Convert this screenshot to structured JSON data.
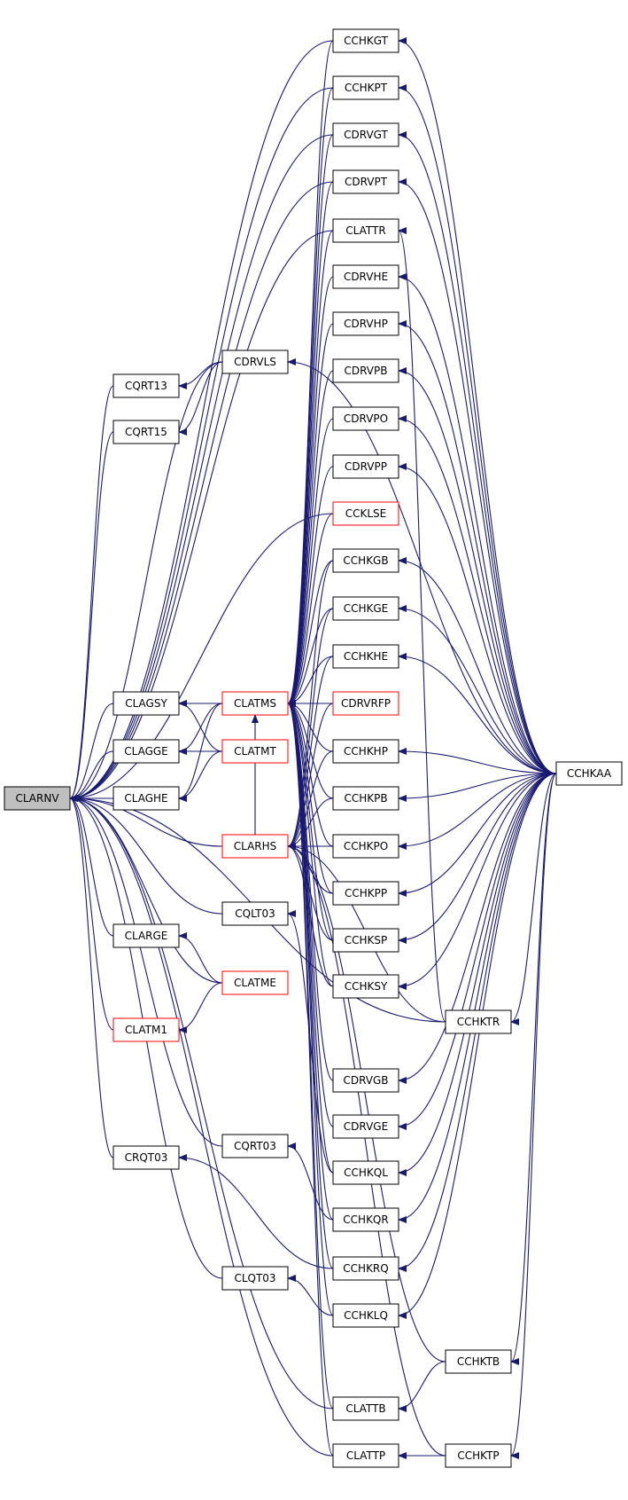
{
  "colors": {
    "edge": "#191970",
    "node_border": "#000000",
    "node_border_red": "#ff0000",
    "root_fill": "#bfbfbf",
    "background": "#ffffff"
  },
  "nodes": [
    {
      "id": "CLARNV",
      "label": "CLARNV",
      "style": "root"
    },
    {
      "id": "CQRT13",
      "label": "CQRT13",
      "style": "normal"
    },
    {
      "id": "CQRT15",
      "label": "CQRT15",
      "style": "normal"
    },
    {
      "id": "CDRVLS",
      "label": "CDRVLS",
      "style": "normal"
    },
    {
      "id": "CLAGSY",
      "label": "CLAGSY",
      "style": "normal"
    },
    {
      "id": "CLAGGE",
      "label": "CLAGGE",
      "style": "normal"
    },
    {
      "id": "CLAGHE",
      "label": "CLAGHE",
      "style": "normal"
    },
    {
      "id": "CLATMS",
      "label": "CLATMS",
      "style": "red"
    },
    {
      "id": "CLATMT",
      "label": "CLATMT",
      "style": "red"
    },
    {
      "id": "CLARHS",
      "label": "CLARHS",
      "style": "red"
    },
    {
      "id": "CQLT03",
      "label": "CQLT03",
      "style": "normal"
    },
    {
      "id": "CLARGE",
      "label": "CLARGE",
      "style": "normal"
    },
    {
      "id": "CLATME",
      "label": "CLATME",
      "style": "red"
    },
    {
      "id": "CLATM1",
      "label": "CLATM1",
      "style": "red"
    },
    {
      "id": "CRQT03",
      "label": "CRQT03",
      "style": "normal"
    },
    {
      "id": "CQRT03",
      "label": "CQRT03",
      "style": "normal"
    },
    {
      "id": "CLQT03",
      "label": "CLQT03",
      "style": "normal"
    },
    {
      "id": "CCHKGT",
      "label": "CCHKGT",
      "style": "normal"
    },
    {
      "id": "CCHKPT",
      "label": "CCHKPT",
      "style": "normal"
    },
    {
      "id": "CDRVGT",
      "label": "CDRVGT",
      "style": "normal"
    },
    {
      "id": "CDRVPT",
      "label": "CDRVPT",
      "style": "normal"
    },
    {
      "id": "CLATTR",
      "label": "CLATTR",
      "style": "normal"
    },
    {
      "id": "CDRVHE",
      "label": "CDRVHE",
      "style": "normal"
    },
    {
      "id": "CDRVHP",
      "label": "CDRVHP",
      "style": "normal"
    },
    {
      "id": "CDRVPB",
      "label": "CDRVPB",
      "style": "normal"
    },
    {
      "id": "CDRVPO",
      "label": "CDRVPO",
      "style": "normal"
    },
    {
      "id": "CDRVPP",
      "label": "CDRVPP",
      "style": "normal"
    },
    {
      "id": "CCKLSE",
      "label": "CCKLSE",
      "style": "red"
    },
    {
      "id": "CCHKGB",
      "label": "CCHKGB",
      "style": "normal"
    },
    {
      "id": "CCHKGE",
      "label": "CCHKGE",
      "style": "normal"
    },
    {
      "id": "CCHKHE",
      "label": "CCHKHE",
      "style": "normal"
    },
    {
      "id": "CDRVRFP",
      "label": "CDRVRFP",
      "style": "red"
    },
    {
      "id": "CCHKHP",
      "label": "CCHKHP",
      "style": "normal"
    },
    {
      "id": "CCHKPB",
      "label": "CCHKPB",
      "style": "normal"
    },
    {
      "id": "CCHKPO",
      "label": "CCHKPO",
      "style": "normal"
    },
    {
      "id": "CCHKPP",
      "label": "CCHKPP",
      "style": "normal"
    },
    {
      "id": "CCHKSP",
      "label": "CCHKSP",
      "style": "normal"
    },
    {
      "id": "CCHKSY",
      "label": "CCHKSY",
      "style": "normal"
    },
    {
      "id": "CCHKTR",
      "label": "CCHKTR",
      "style": "normal"
    },
    {
      "id": "CDRVGB",
      "label": "CDRVGB",
      "style": "normal"
    },
    {
      "id": "CDRVGE",
      "label": "CDRVGE",
      "style": "normal"
    },
    {
      "id": "CCHKQL",
      "label": "CCHKQL",
      "style": "normal"
    },
    {
      "id": "CCHKQR",
      "label": "CCHKQR",
      "style": "normal"
    },
    {
      "id": "CCHKRQ",
      "label": "CCHKRQ",
      "style": "normal"
    },
    {
      "id": "CCHKLQ",
      "label": "CCHKLQ",
      "style": "normal"
    },
    {
      "id": "CCHKTB",
      "label": "CCHKTB",
      "style": "normal"
    },
    {
      "id": "CLATTB",
      "label": "CLATTB",
      "style": "normal"
    },
    {
      "id": "CLATTP",
      "label": "CLATTP",
      "style": "normal"
    },
    {
      "id": "CCHKTP",
      "label": "CCHKTP",
      "style": "normal"
    },
    {
      "id": "CCHKAA",
      "label": "CCHKAA",
      "style": "normal"
    }
  ],
  "edges": [
    [
      "CDRVLS",
      "CLARNV"
    ],
    [
      "CDRVLS",
      "CQRT13"
    ],
    [
      "CDRVLS",
      "CQRT15"
    ],
    [
      "CQRT13",
      "CLARNV"
    ],
    [
      "CQRT15",
      "CLARNV"
    ],
    [
      "CLAGSY",
      "CLARNV"
    ],
    [
      "CLAGGE",
      "CLARNV"
    ],
    [
      "CLAGHE",
      "CLARNV"
    ],
    [
      "CLATMS",
      "CLAGSY"
    ],
    [
      "CLATMS",
      "CLAGGE"
    ],
    [
      "CLATMS",
      "CLAGHE"
    ],
    [
      "CLATMT",
      "CLAGSY"
    ],
    [
      "CLATMT",
      "CLAGGE"
    ],
    [
      "CLATMT",
      "CLAGHE"
    ],
    [
      "CLARHS",
      "CLARNV"
    ],
    [
      "CLARHS",
      "CLATMS"
    ],
    [
      "CQLT03",
      "CLARNV"
    ],
    [
      "CLARGE",
      "CLARNV"
    ],
    [
      "CLATME",
      "CLARNV"
    ],
    [
      "CLATME",
      "CLARGE"
    ],
    [
      "CLATME",
      "CLATM1"
    ],
    [
      "CLATM1",
      "CLARNV"
    ],
    [
      "CRQT03",
      "CLARNV"
    ],
    [
      "CQRT03",
      "CLARNV"
    ],
    [
      "CLQT03",
      "CLARNV"
    ],
    [
      "CCHKGT",
      "CLARNV"
    ],
    [
      "CCHKGT",
      "CLATMS"
    ],
    [
      "CCHKPT",
      "CLARNV"
    ],
    [
      "CCHKPT",
      "CLATMS"
    ],
    [
      "CDRVGT",
      "CLARNV"
    ],
    [
      "CDRVGT",
      "CLATMS"
    ],
    [
      "CDRVPT",
      "CLARNV"
    ],
    [
      "CDRVPT",
      "CLATMS"
    ],
    [
      "CLATTR",
      "CLARNV"
    ],
    [
      "CLATTR",
      "CLATMS"
    ],
    [
      "CDRVHE",
      "CLATMS"
    ],
    [
      "CDRVHP",
      "CLATMS"
    ],
    [
      "CDRVPB",
      "CLATMS"
    ],
    [
      "CDRVPO",
      "CLATMS"
    ],
    [
      "CDRVPP",
      "CLATMS"
    ],
    [
      "CCKLSE",
      "CLARNV"
    ],
    [
      "CCKLSE",
      "CLATMS"
    ],
    [
      "CCHKGB",
      "CLATMS"
    ],
    [
      "CCHKGE",
      "CLATMS"
    ],
    [
      "CCHKHE",
      "CLATMS"
    ],
    [
      "CDRVRFP",
      "CLATMS"
    ],
    [
      "CCHKHP",
      "CLATMS"
    ],
    [
      "CCHKPB",
      "CLATMS"
    ],
    [
      "CCHKPO",
      "CLATMS"
    ],
    [
      "CCHKPP",
      "CLATMS"
    ],
    [
      "CCHKSP",
      "CLATMS"
    ],
    [
      "CCHKSY",
      "CLATMS"
    ],
    [
      "CCHKGB",
      "CLARHS"
    ],
    [
      "CCHKGE",
      "CLARHS"
    ],
    [
      "CCHKHE",
      "CLARHS"
    ],
    [
      "CDRVRFP",
      "CLARHS"
    ],
    [
      "CCHKHP",
      "CLARHS"
    ],
    [
      "CCHKPB",
      "CLARHS"
    ],
    [
      "CCHKPO",
      "CLARHS"
    ],
    [
      "CCHKPP",
      "CLARHS"
    ],
    [
      "CCHKSP",
      "CLARHS"
    ],
    [
      "CCHKSY",
      "CLARHS"
    ],
    [
      "CCHKTR",
      "CLARNV"
    ],
    [
      "CCHKTR",
      "CLATTR"
    ],
    [
      "CCHKTR",
      "CLARHS"
    ],
    [
      "CDRVGB",
      "CLATMS"
    ],
    [
      "CDRVGE",
      "CLATMS"
    ],
    [
      "CCHKQL",
      "CLATMS"
    ],
    [
      "CCHKQR",
      "CLATMS"
    ],
    [
      "CCHKRQ",
      "CLATMS"
    ],
    [
      "CCHKLQ",
      "CLATMS"
    ],
    [
      "CCHKQR",
      "CQRT03"
    ],
    [
      "CCHKQL",
      "CQLT03"
    ],
    [
      "CCHKRQ",
      "CRQT03"
    ],
    [
      "CCHKLQ",
      "CLQT03"
    ],
    [
      "CCHKTB",
      "CLATTB"
    ],
    [
      "CCHKTB",
      "CLARHS"
    ],
    [
      "CLATTB",
      "CLARNV"
    ],
    [
      "CLATTB",
      "CLATMS"
    ],
    [
      "CCHKTP",
      "CLATTP"
    ],
    [
      "CCHKTP",
      "CLARHS"
    ],
    [
      "CLATTP",
      "CLARNV"
    ],
    [
      "CLATTP",
      "CLATMS"
    ],
    [
      "CCHKAA",
      "CCHKGT"
    ],
    [
      "CCHKAA",
      "CCHKPT"
    ],
    [
      "CCHKAA",
      "CDRVGT"
    ],
    [
      "CCHKAA",
      "CDRVPT"
    ],
    [
      "CCHKAA",
      "CDRVHE"
    ],
    [
      "CCHKAA",
      "CDRVHP"
    ],
    [
      "CCHKAA",
      "CDRVPB"
    ],
    [
      "CCHKAA",
      "CDRVPO"
    ],
    [
      "CCHKAA",
      "CDRVPP"
    ],
    [
      "CCHKAA",
      "CCHKGB"
    ],
    [
      "CCHKAA",
      "CCHKGE"
    ],
    [
      "CCHKAA",
      "CCHKHE"
    ],
    [
      "CCHKAA",
      "CCHKHP"
    ],
    [
      "CCHKAA",
      "CCHKPB"
    ],
    [
      "CCHKAA",
      "CCHKPO"
    ],
    [
      "CCHKAA",
      "CCHKPP"
    ],
    [
      "CCHKAA",
      "CCHKSP"
    ],
    [
      "CCHKAA",
      "CCHKSY"
    ],
    [
      "CCHKAA",
      "CCHKTR"
    ],
    [
      "CCHKAA",
      "CDRVGB"
    ],
    [
      "CCHKAA",
      "CDRVGE"
    ],
    [
      "CCHKAA",
      "CCHKQL"
    ],
    [
      "CCHKAA",
      "CCHKQR"
    ],
    [
      "CCHKAA",
      "CCHKRQ"
    ],
    [
      "CCHKAA",
      "CCHKLQ"
    ],
    [
      "CCHKAA",
      "CCHKTB"
    ],
    [
      "CCHKAA",
      "CCHKTP"
    ],
    [
      "CCHKAA",
      "CDRVLS"
    ]
  ]
}
